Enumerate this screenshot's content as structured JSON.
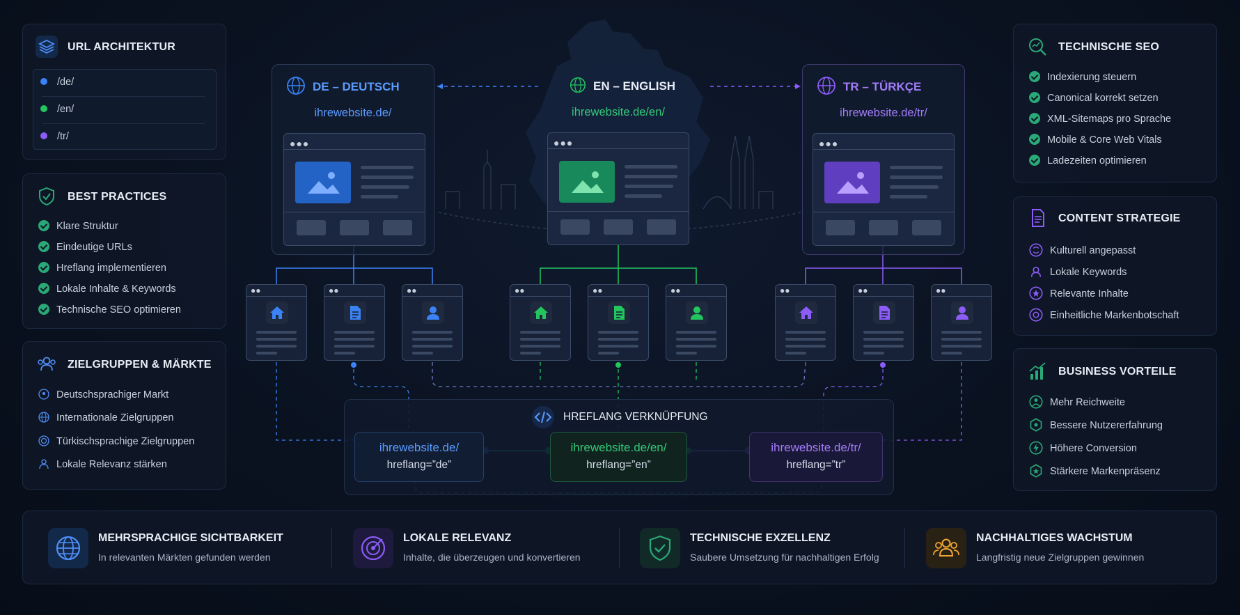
{
  "url_architektur": {
    "title": "URL ARCHITEKTUR",
    "paths": [
      "/de/",
      "/en/",
      "/tr/"
    ]
  },
  "best_practices": {
    "title": "BEST PRACTICES",
    "items": [
      "Klare Struktur",
      "Eindeutige URLs",
      "Hreflang implementieren",
      "Lokale Inhalte & Keywords",
      "Technische SEO optimieren"
    ]
  },
  "zielgruppen": {
    "title": "ZIELGRUPPEN & MÄRKTE",
    "items": [
      "Deutschsprachiger Markt",
      "Internationale Zielgruppen",
      "Türkischsprachige Zielgruppen",
      "Lokale Relevanz stärken"
    ]
  },
  "languages": [
    {
      "title": "DE – DEUTSCH",
      "url": "ihrewebsite.de/"
    },
    {
      "title": "EN – ENGLISH",
      "url": "ihrewebsite.de/en/"
    },
    {
      "title": "TR – TÜRKÇE",
      "url": "ihrewebsite.de/tr/"
    }
  ],
  "hreflang": {
    "title": "HREFLANG VERKNÜPFUNG",
    "boxes": [
      {
        "url": "ihrewebsite.de/",
        "attr": "hreflang=”de”"
      },
      {
        "url": "ihrewebsite.de/en/",
        "attr": "hreflang=”en”"
      },
      {
        "url": "ihrewebsite.de/tr/",
        "attr": "hreflang=”tr”"
      }
    ]
  },
  "technische_seo": {
    "title": "TECHNISCHE SEO",
    "items": [
      "Indexierung steuern",
      "Canonical korrekt setzen",
      "XML-Sitemaps pro Sprache",
      "Mobile & Core Web Vitals",
      "Ladezeiten optimieren"
    ]
  },
  "content_strategie": {
    "title": "CONTENT STRATEGIE",
    "items": [
      "Kulturell angepasst",
      "Lokale Keywords",
      "Relevante Inhalte",
      "Einheitliche Markenbotschaft"
    ]
  },
  "business_vorteile": {
    "title": "BUSINESS VORTEILE",
    "items": [
      "Mehr Reichweite",
      "Bessere Nutzererfahrung",
      "Höhere Conversion",
      "Stärkere Markenpräsenz"
    ]
  },
  "footer": [
    {
      "title": "MEHRSPRACHIGE SICHTBARKEIT",
      "sub": "In relevanten Märkten gefunden werden"
    },
    {
      "title": "LOKALE RELEVANZ",
      "sub": "Inhalte, die überzeugen und konvertieren"
    },
    {
      "title": "TECHNISCHE EXZELLENZ",
      "sub": "Saubere Umsetzung für nachhaltigen Erfolg"
    },
    {
      "title": "NACHHALTIGES WACHSTUM",
      "sub": "Langfristig neue Zielgruppen gewinnen"
    }
  ],
  "colors": {
    "de": "#3b82f6",
    "en": "#22c55e",
    "tr": "#8b5cf6",
    "check": "#2ba877",
    "gold": "#f0a732"
  }
}
